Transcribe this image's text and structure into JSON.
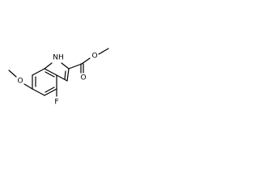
{
  "molecule": {
    "atoms": {
      "fluorine": "F",
      "nh": "NH",
      "methoxy_oxygen": "O",
      "carbonyl_oxygen": "O",
      "ester_oxygen": "O"
    },
    "colors": {
      "bond": "#000000",
      "label": "#000000",
      "background": "#ffffff"
    }
  }
}
